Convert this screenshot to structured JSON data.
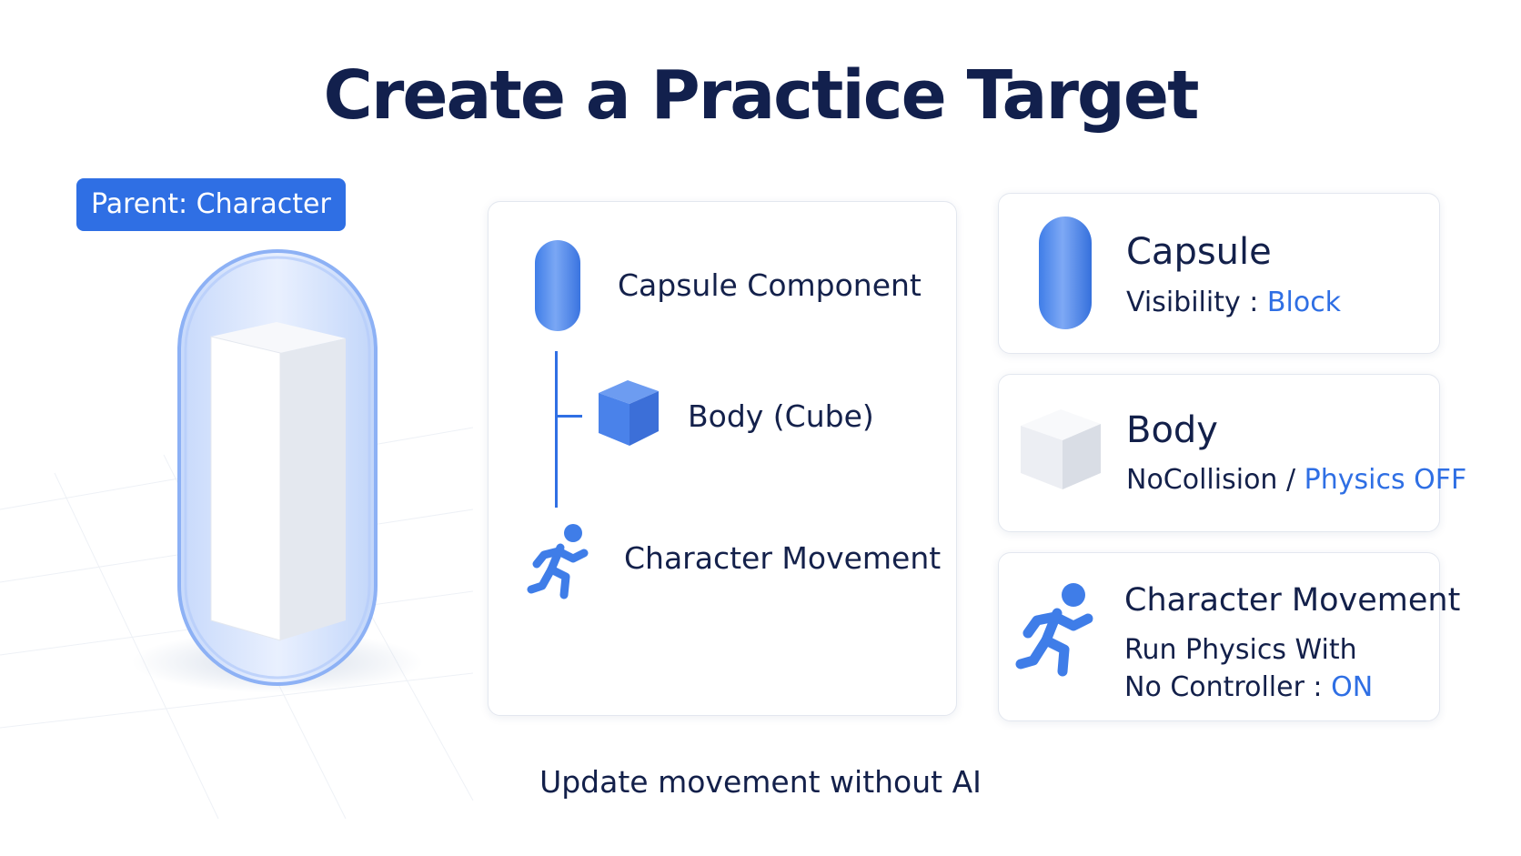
{
  "title": "Create a Practice Target",
  "parent_tag": "Parent: Character",
  "hierarchy": {
    "root": "Capsule Component",
    "child": "Body (Cube)",
    "component": "Character Movement"
  },
  "properties": [
    {
      "title": "Capsule",
      "lines": [
        {
          "label": "Visibility : ",
          "value": "Block"
        }
      ]
    },
    {
      "title": "Body",
      "lines": [
        {
          "label": "NoCollision / ",
          "value": "Physics OFF"
        }
      ]
    },
    {
      "title": "Character Movement",
      "lines": [
        {
          "label": "Run Physics With",
          "value": ""
        },
        {
          "label": "No Controller : ",
          "value": "ON"
        }
      ]
    }
  ],
  "caption": "Update movement without AI",
  "colors": {
    "accent": "#2f6fe4",
    "title": "#12204d",
    "text": "#13204a",
    "card_border": "#e3e7ef"
  },
  "icons": [
    "capsule-icon",
    "cube-icon",
    "running-person-icon"
  ]
}
